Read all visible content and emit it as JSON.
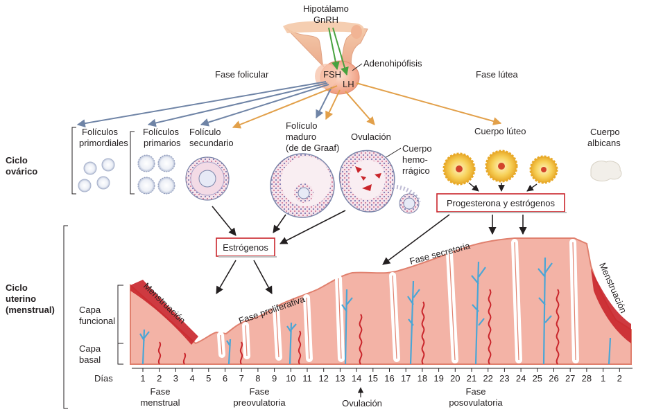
{
  "hypothalamus": {
    "line1": "Hipotálamo",
    "line2": "GnRH"
  },
  "pituitary": {
    "label": "Adenohipófisis",
    "fsh": "FSH",
    "lh": "LH"
  },
  "phases_top": {
    "follicular": "Fase folicular",
    "luteal": "Fase lútea"
  },
  "ovarian": {
    "title_line1": "Ciclo",
    "title_line2": "ovárico",
    "stages": [
      {
        "lines": [
          "Folículos",
          "primordiales"
        ]
      },
      {
        "lines": [
          "Folículos",
          "primarios"
        ]
      },
      {
        "lines": [
          "Folículo",
          "secundario"
        ]
      },
      {
        "lines": [
          "Folículo",
          "maduro",
          "(de de Graaf)"
        ]
      },
      {
        "lines": [
          "Ovulación"
        ]
      },
      {
        "lines": [
          "Cuerpo lúteo"
        ]
      },
      {
        "lines": [
          "Cuerpo",
          "albicans"
        ]
      }
    ],
    "hemorrhagic": [
      "Cuerpo",
      "hemo-",
      "rrágico"
    ]
  },
  "hormones": {
    "estrogens": "Estrógenos",
    "progesterone": "Progesterona y estrógenos"
  },
  "uterine": {
    "title_lines": [
      "Ciclo",
      "uterino",
      "(menstrual)"
    ],
    "layer_functional": [
      "Capa",
      "funcional"
    ],
    "layer_basal": [
      "Capa",
      "basal"
    ],
    "phase_menstruation": "Menstruación",
    "phase_proliferative": "Fase proliferativa",
    "phase_secretory": "Fase secretoria",
    "phase_menstruation_end": "Menstruación"
  },
  "days": {
    "label": "Días",
    "values": [
      "1",
      "2",
      "3",
      "4",
      "5",
      "6",
      "7",
      "8",
      "9",
      "10",
      "11",
      "12",
      "13",
      "14",
      "15",
      "16",
      "17",
      "18",
      "19",
      "20",
      "21",
      "22",
      "23",
      "24",
      "25",
      "26",
      "27",
      "28",
      "1",
      "2"
    ]
  },
  "bottom_phases": {
    "menstrual": [
      "Fase",
      "menstrual"
    ],
    "preovulatory": [
      "Fase",
      "preovulatoria"
    ],
    "ovulation": "Ovulación",
    "postovulatory": [
      "Fase",
      "posovulatoria"
    ]
  },
  "colors": {
    "fsh_arrow": "#6f84a6",
    "lh_arrow": "#e2a04a",
    "gnrh_arrow": "#48a23f",
    "tissue": "#f3b3a6",
    "tissue_dark": "#e0806e",
    "blood": "#c9252b",
    "vessel_blue": "#4aa6d6",
    "box_border": "#c9252b",
    "corpus_yellow": "#f6c431"
  }
}
